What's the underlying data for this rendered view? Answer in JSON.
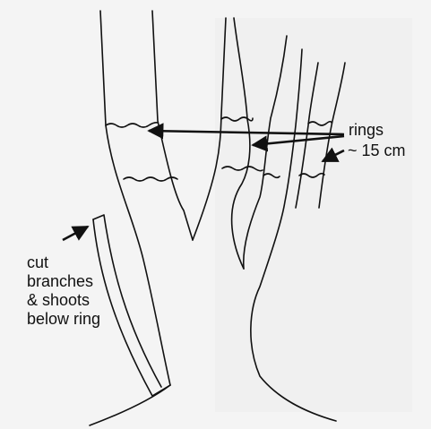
{
  "labels": {
    "rings": "rings",
    "ring_size": "~ 15 cm",
    "cut_instruction": [
      "cut",
      "branches",
      "& shoots",
      "below ring"
    ]
  },
  "colors": {
    "ink": "#111111",
    "paper": "#f4f4f4"
  }
}
